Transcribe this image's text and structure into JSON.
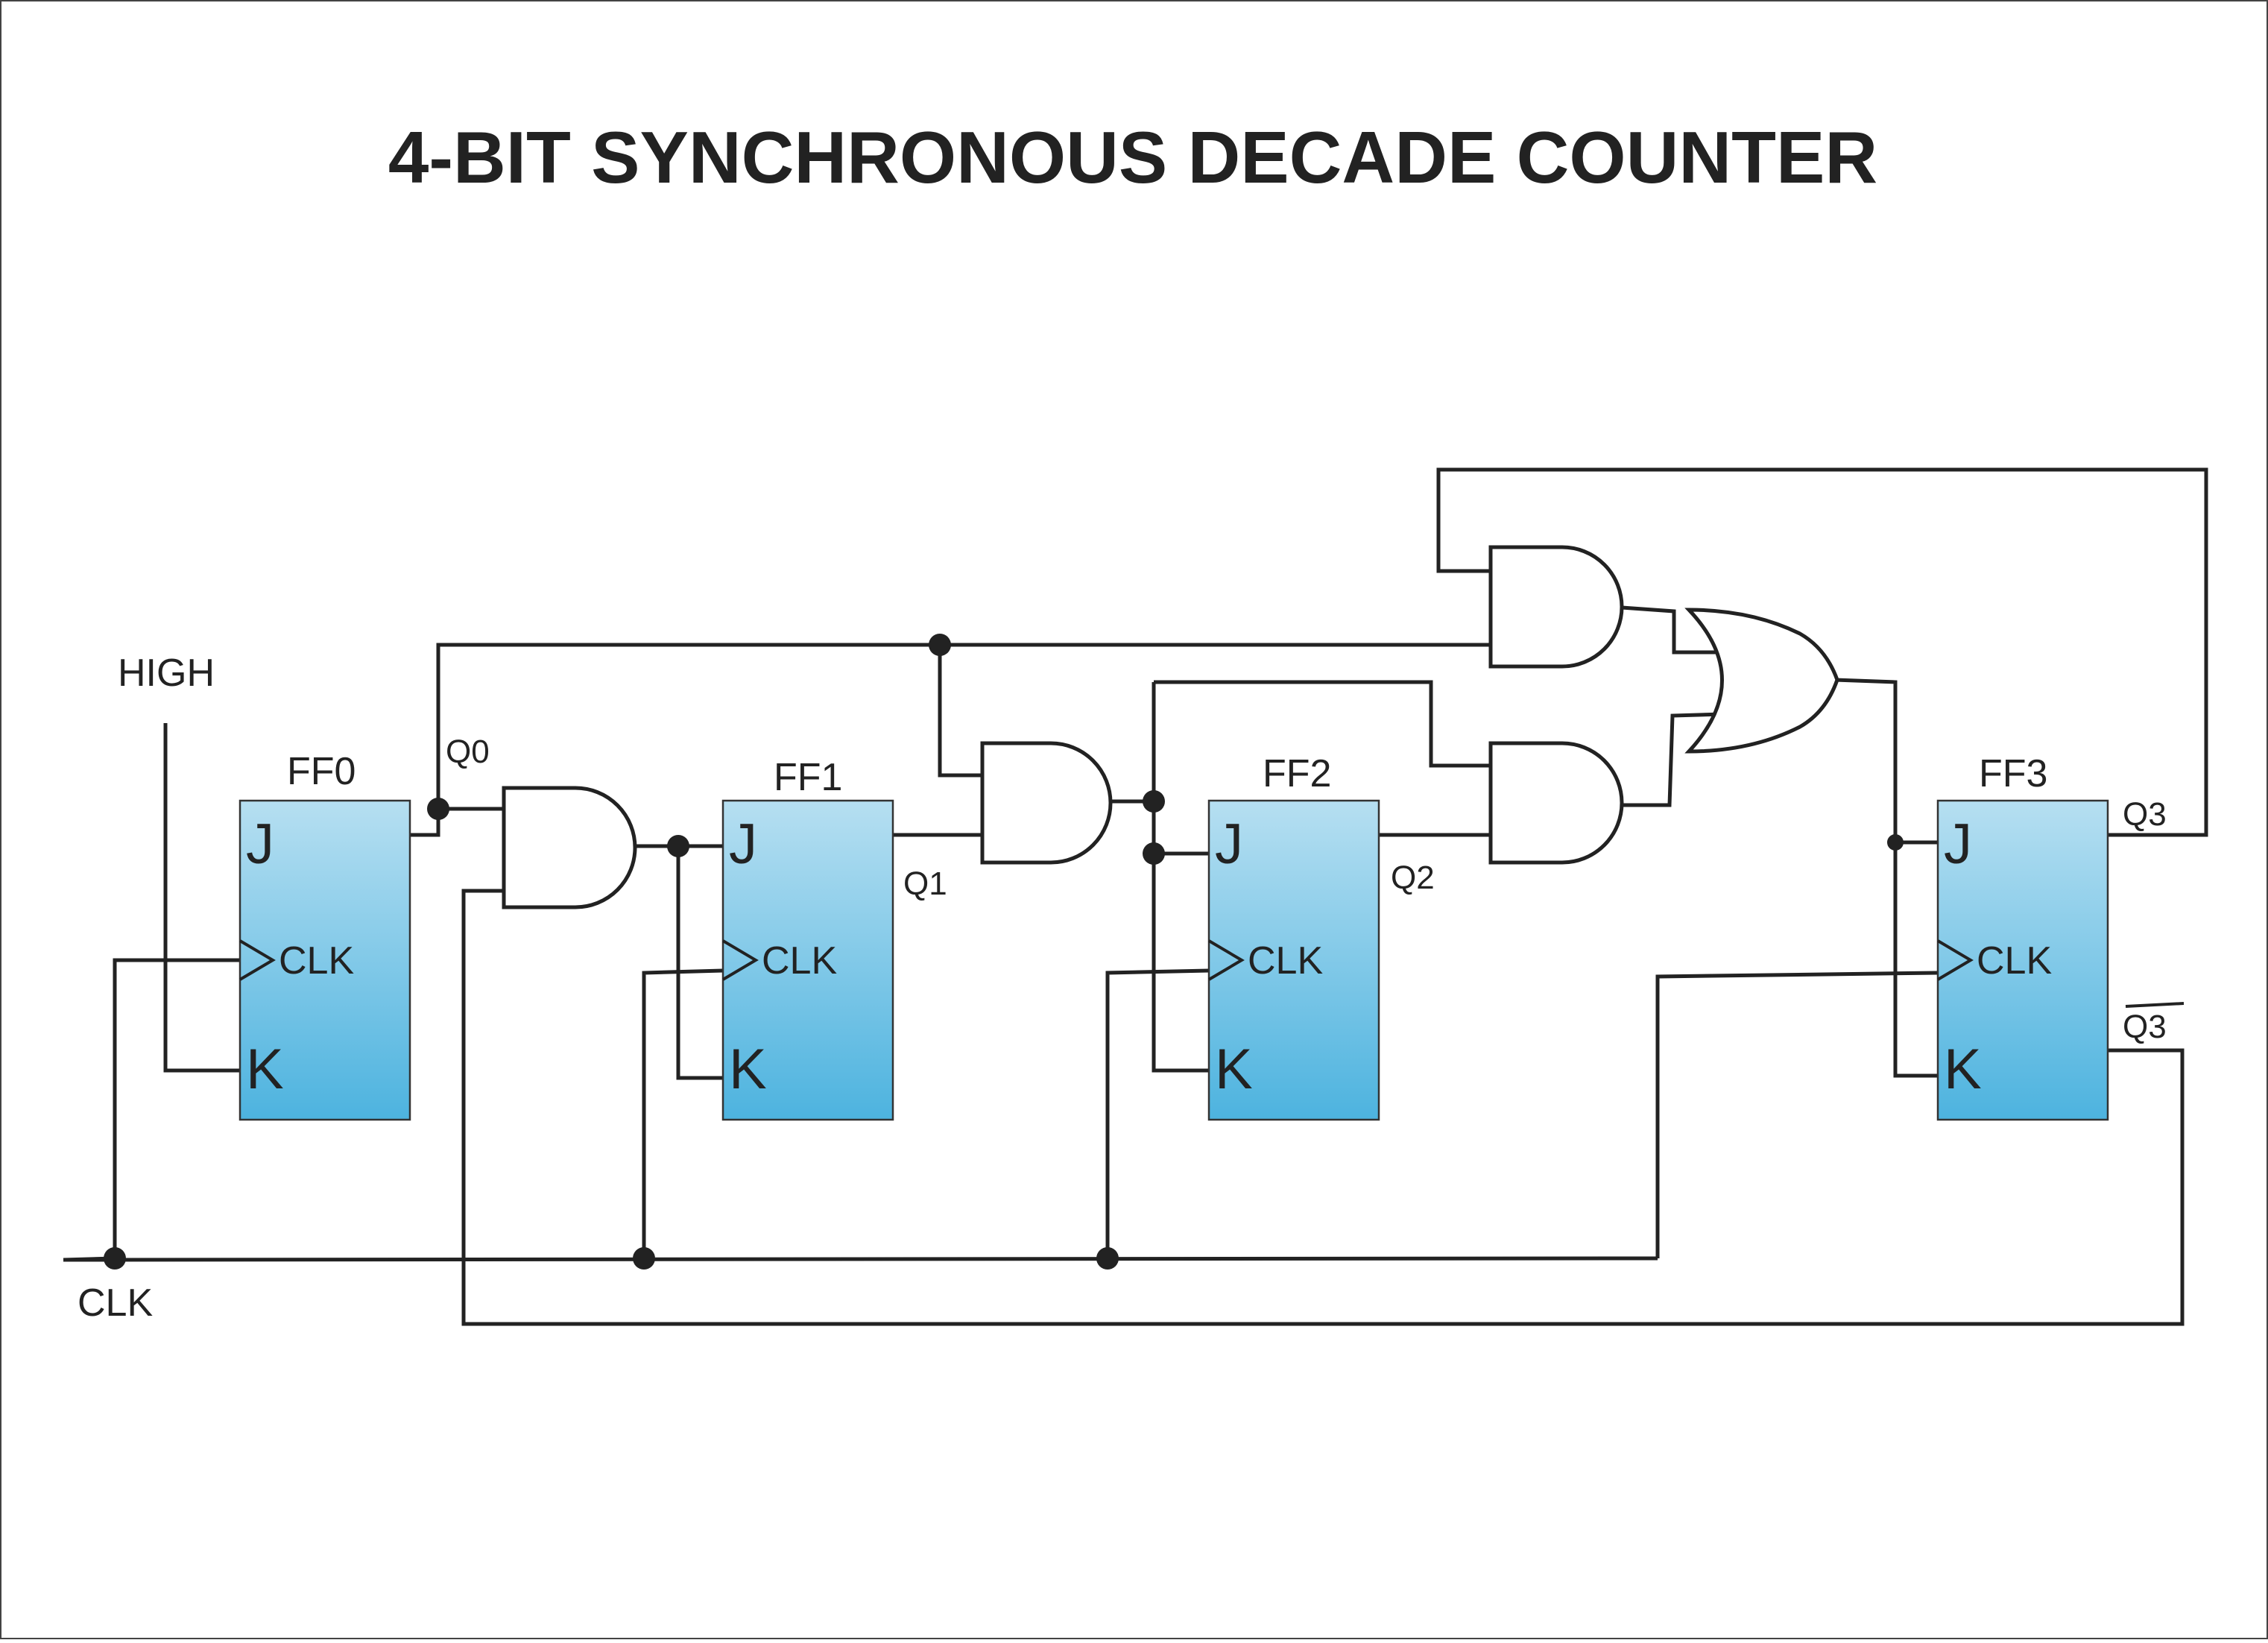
{
  "title": "4-BIT SYNCHRONOUS DECADE COUNTER",
  "colors": {
    "ff_top": "#b6dff1",
    "ff_bottom": "#4db3df",
    "wire": "#222222"
  },
  "flip_flops": [
    {
      "name": "FF0",
      "pin_j": "J",
      "pin_clk": "CLK",
      "pin_k": "K"
    },
    {
      "name": "FF1",
      "pin_j": "J",
      "pin_clk": "CLK",
      "pin_k": "K"
    },
    {
      "name": "FF2",
      "pin_j": "J",
      "pin_clk": "CLK",
      "pin_k": "K"
    },
    {
      "name": "FF3",
      "pin_j": "J",
      "pin_clk": "CLK",
      "pin_k": "K"
    }
  ],
  "signals": {
    "high": "HIGH",
    "clk": "CLK",
    "q0": "Q0",
    "q1": "Q1",
    "q2": "Q2",
    "q3": "Q3",
    "q3_bar": "Q3"
  }
}
